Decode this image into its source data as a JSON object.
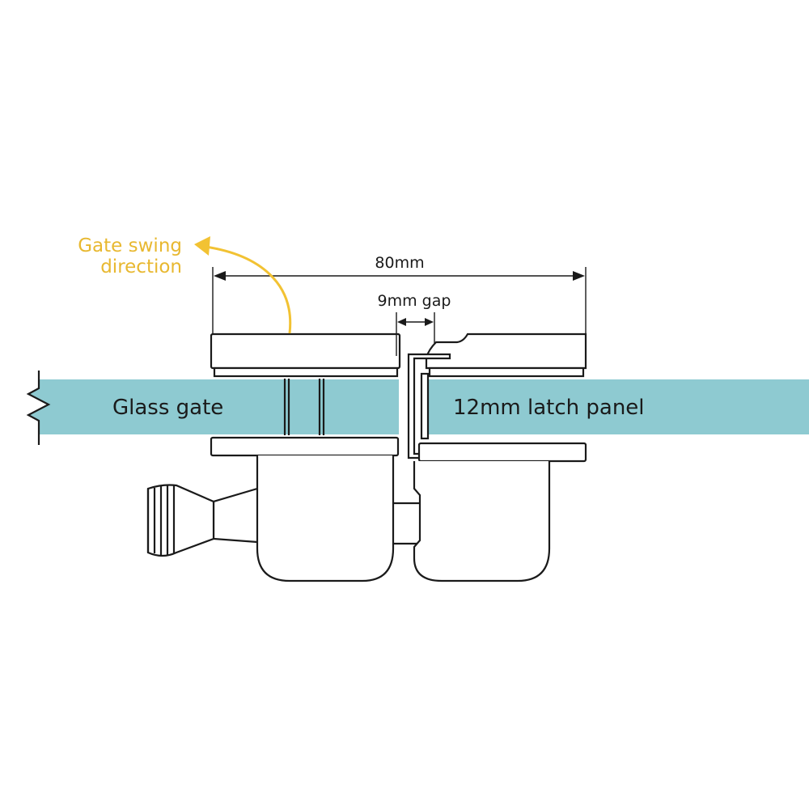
{
  "labels": {
    "swing_line1": "Gate swing",
    "swing_line2": "direction",
    "width_dim": "80mm",
    "gap_dim": "9mm gap",
    "glass_gate": "Glass gate",
    "latch_panel": "12mm latch panel"
  },
  "colors": {
    "glass": "#8ecad1",
    "outline": "#1a1a1a",
    "swing_arrow": "#f2c233",
    "swing_text": "#e8b830",
    "background": "#ffffff"
  }
}
